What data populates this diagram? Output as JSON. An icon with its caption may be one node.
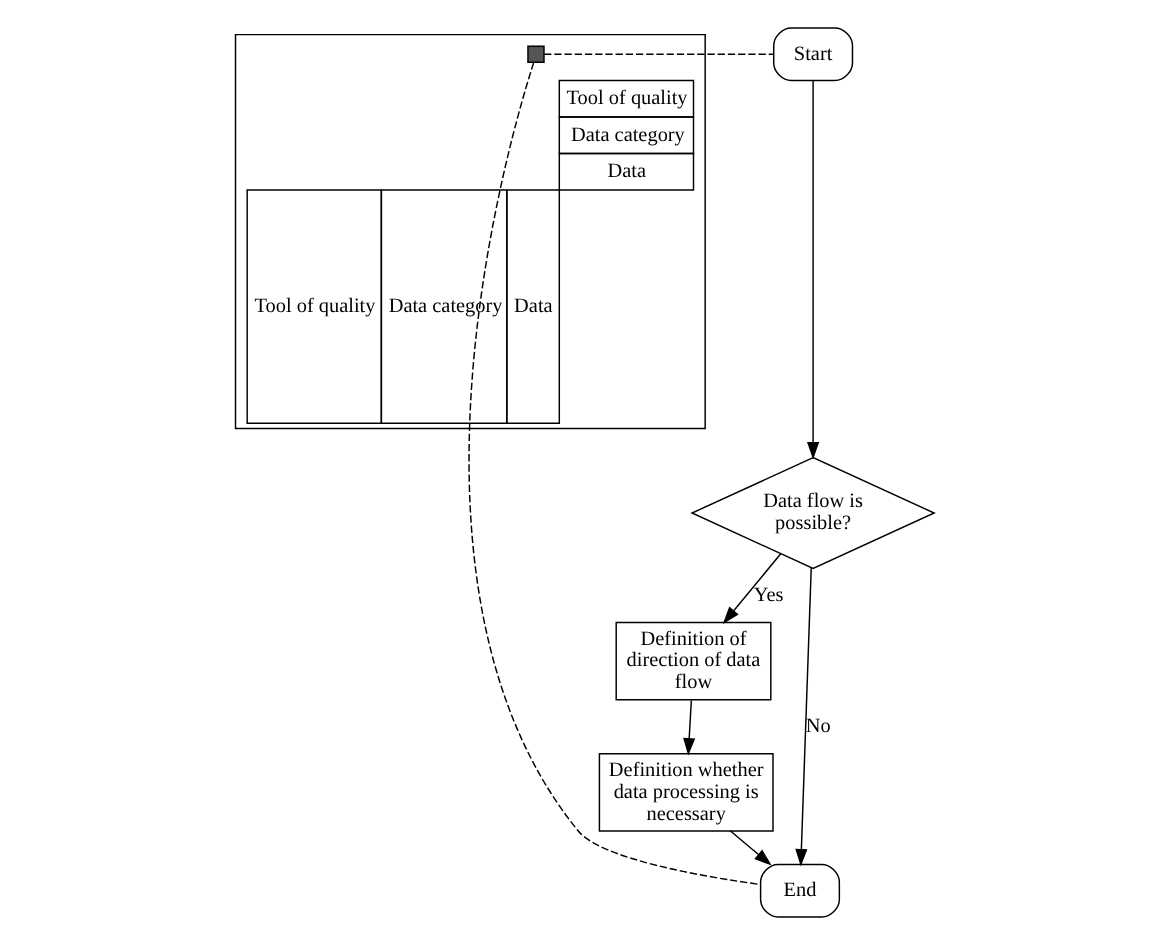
{
  "diagram": {
    "nodes": [
      {
        "text": [
          "Tool of quality",
          "Data category",
          "Data",
          "Tool of quality",
          "Data category",
          "Data"
        ]
      },
      {
        "text": [],
        "shape": "box",
        "in": 0
      },
      {
        "text": [
          "Start"
        ]
      },
      {
        "text": [
          "Data flow is possible?"
        ]
      },
      {
        "text": [
          "Definition of direction of data flow"
        ]
      },
      {
        "text": [
          "Definition whether data processing is necessary"
        ]
      },
      {
        "text": [
          "End"
        ]
      }
    ],
    "edges": [
      {
        "from": 2,
        "to": 3,
        "arrow": "to"
      },
      {
        "from": 3,
        "to": 4,
        "arrow": "to",
        "label": "Yes"
      },
      {
        "from": 4,
        "to": 5,
        "arrow": "to"
      },
      {
        "from": 5,
        "to": 6,
        "arrow": "to"
      },
      {
        "from": 3,
        "to": 6,
        "arrow": "to",
        "label": "No"
      },
      {
        "from": 1,
        "to": 2,
        "arrow": "none",
        "style": "dashed"
      },
      {
        "from": 1,
        "to": 6,
        "arrow": "none",
        "style": "dashed"
      }
    ]
  }
}
